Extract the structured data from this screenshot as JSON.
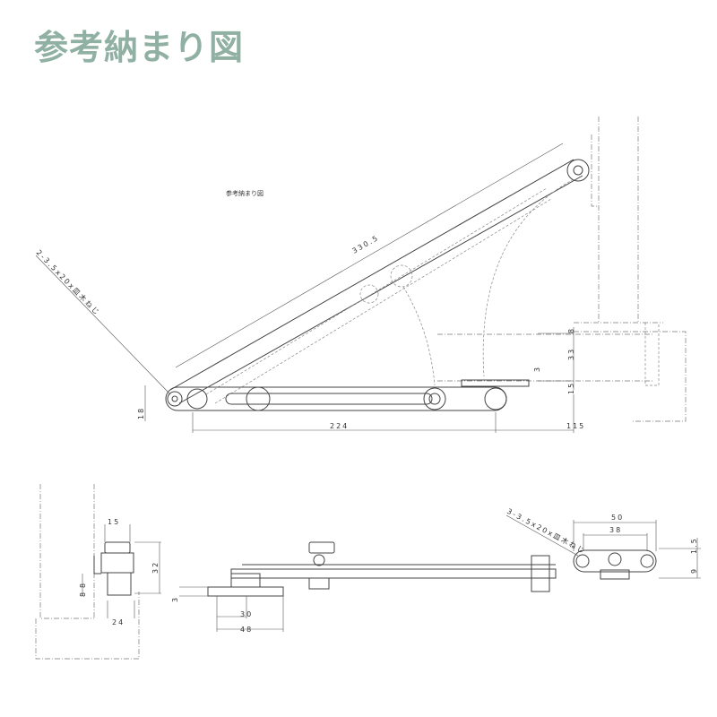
{
  "title": "参考納まり図",
  "subtitle": "参考納まり図",
  "screw_note_top": "2-3.5x20x皿木ねじ",
  "screw_note_bottom": "3-3.5x20x皿木ねじ",
  "dims_top": {
    "arm": "330.5",
    "base": "224",
    "offset": "115",
    "height": "18",
    "d8": "8",
    "d33": "33",
    "d15": "15",
    "d3": "3"
  },
  "dims_bottom_left": {
    "w15": "15",
    "h32": "32",
    "h8a": "8",
    "h8b": "8",
    "w24": "24"
  },
  "dims_bottom_mid": {
    "h3": "3",
    "w30": "30",
    "w48": "48"
  },
  "dims_bottom_right": {
    "w50": "50",
    "w38": "38",
    "h15": "1.5",
    "h9": "9"
  }
}
